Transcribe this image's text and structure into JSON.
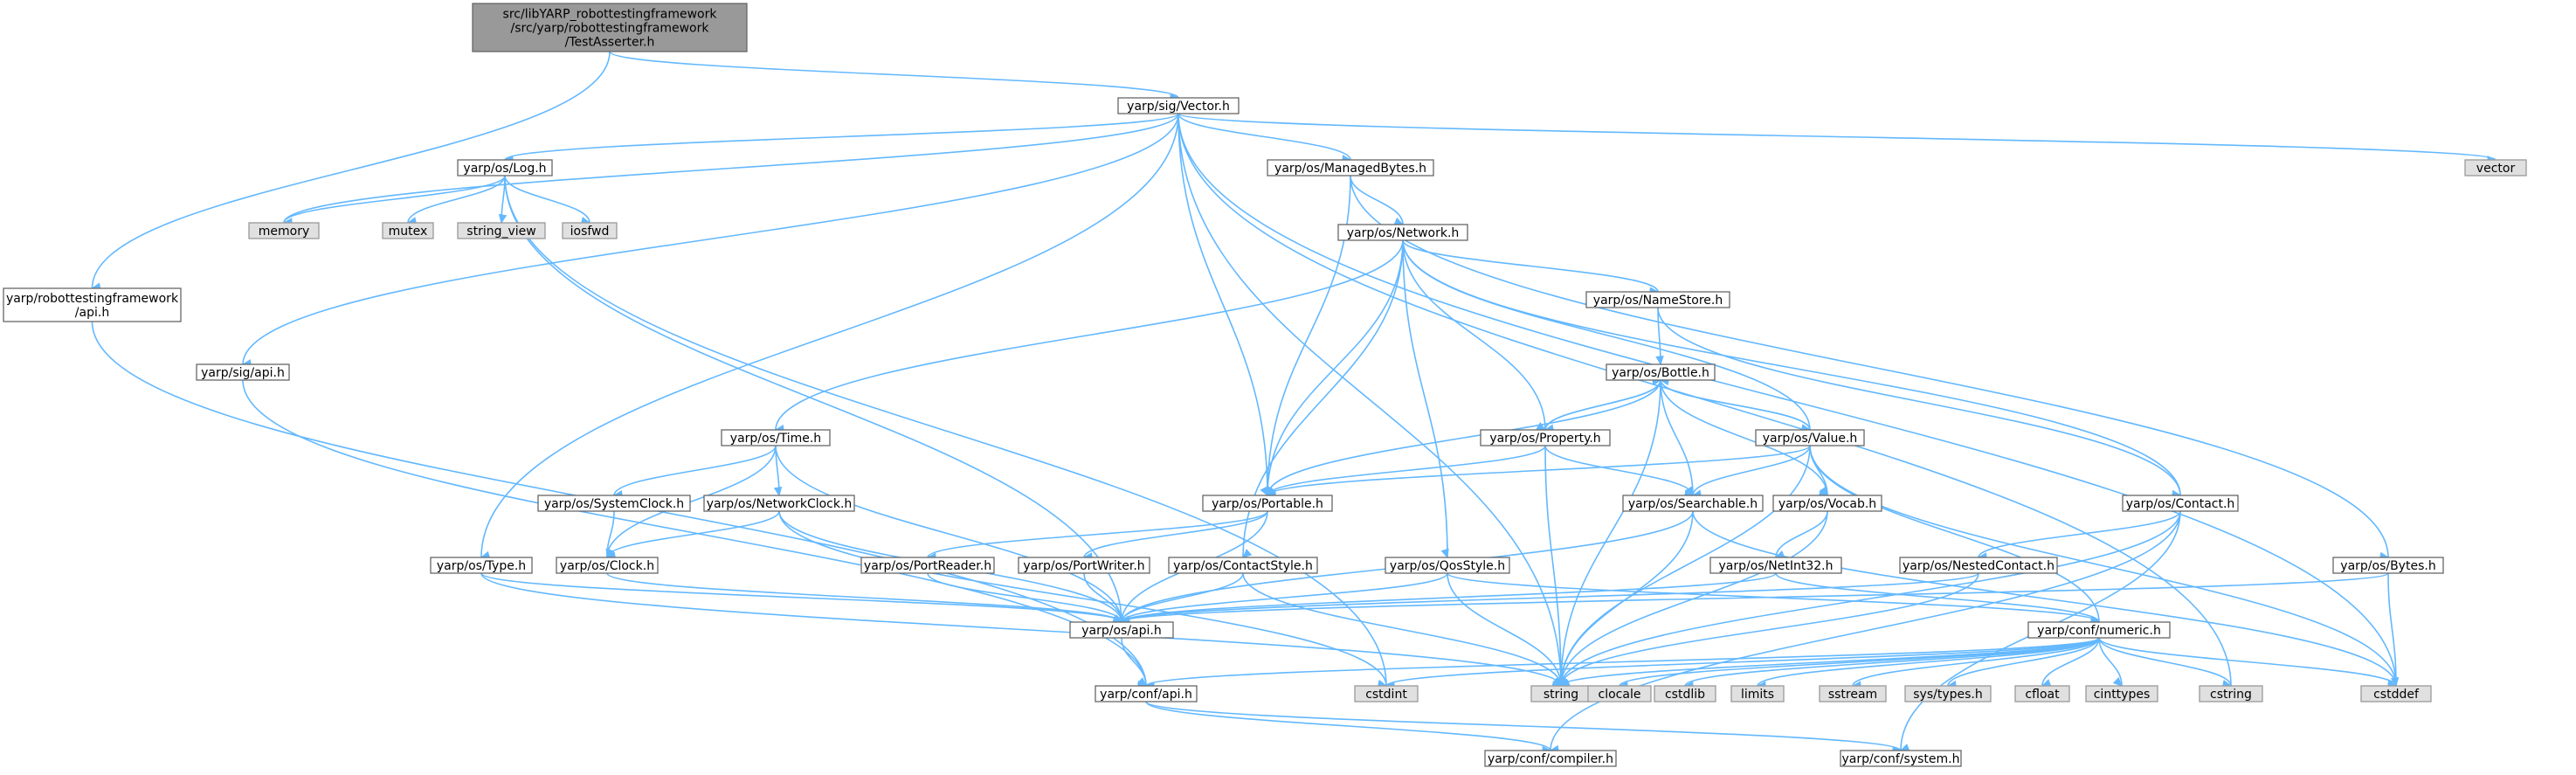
{
  "colors": {
    "edge": "#63b8ff",
    "root_fill": "#999999",
    "header_fill": "#ffffff",
    "system_fill": "#e0e0e0",
    "border": "#666666"
  },
  "nodes": [
    {
      "id": "root",
      "kind": "root",
      "lines": [
        "src/libYARP_robottestingframework",
        "/src/yarp/robottestingframework",
        "/TestAsserter.h"
      ]
    },
    {
      "id": "vector_h",
      "kind": "header",
      "lines": [
        "yarp/sig/Vector.h"
      ]
    },
    {
      "id": "rtf_api",
      "kind": "header",
      "lines": [
        "yarp/robottestingframework",
        "/api.h"
      ]
    },
    {
      "id": "log_h",
      "kind": "header",
      "lines": [
        "yarp/os/Log.h"
      ]
    },
    {
      "id": "memory",
      "kind": "system",
      "lines": [
        "memory"
      ]
    },
    {
      "id": "mutex",
      "kind": "system",
      "lines": [
        "mutex"
      ]
    },
    {
      "id": "string_view",
      "kind": "system",
      "lines": [
        "string_view"
      ]
    },
    {
      "id": "iosfwd",
      "kind": "system",
      "lines": [
        "iosfwd"
      ]
    },
    {
      "id": "managedbytes",
      "kind": "header",
      "lines": [
        "yarp/os/ManagedBytes.h"
      ]
    },
    {
      "id": "vector",
      "kind": "system",
      "lines": [
        "vector"
      ]
    },
    {
      "id": "network",
      "kind": "header",
      "lines": [
        "yarp/os/Network.h"
      ]
    },
    {
      "id": "namestore",
      "kind": "header",
      "lines": [
        "yarp/os/NameStore.h"
      ]
    },
    {
      "id": "sig_api",
      "kind": "header",
      "lines": [
        "yarp/sig/api.h"
      ]
    },
    {
      "id": "bottle",
      "kind": "header",
      "lines": [
        "yarp/os/Bottle.h"
      ]
    },
    {
      "id": "time_h",
      "kind": "header",
      "lines": [
        "yarp/os/Time.h"
      ]
    },
    {
      "id": "property",
      "kind": "header",
      "lines": [
        "yarp/os/Property.h"
      ]
    },
    {
      "id": "value",
      "kind": "header",
      "lines": [
        "yarp/os/Value.h"
      ]
    },
    {
      "id": "systemclock",
      "kind": "header",
      "lines": [
        "yarp/os/SystemClock.h"
      ]
    },
    {
      "id": "networkclock",
      "kind": "header",
      "lines": [
        "yarp/os/NetworkClock.h"
      ]
    },
    {
      "id": "portable",
      "kind": "header",
      "lines": [
        "yarp/os/Portable.h"
      ]
    },
    {
      "id": "searchable",
      "kind": "header",
      "lines": [
        "yarp/os/Searchable.h"
      ]
    },
    {
      "id": "vocab",
      "kind": "header",
      "lines": [
        "yarp/os/Vocab.h"
      ]
    },
    {
      "id": "contact",
      "kind": "header",
      "lines": [
        "yarp/os/Contact.h"
      ]
    },
    {
      "id": "type_h",
      "kind": "header",
      "lines": [
        "yarp/os/Type.h"
      ]
    },
    {
      "id": "clock_h",
      "kind": "header",
      "lines": [
        "yarp/os/Clock.h"
      ]
    },
    {
      "id": "portreader",
      "kind": "header",
      "lines": [
        "yarp/os/PortReader.h"
      ]
    },
    {
      "id": "portwriter",
      "kind": "header",
      "lines": [
        "yarp/os/PortWriter.h"
      ]
    },
    {
      "id": "contactstyle",
      "kind": "header",
      "lines": [
        "yarp/os/ContactStyle.h"
      ]
    },
    {
      "id": "qosstyle",
      "kind": "header",
      "lines": [
        "yarp/os/QosStyle.h"
      ]
    },
    {
      "id": "netint32",
      "kind": "header",
      "lines": [
        "yarp/os/NetInt32.h"
      ]
    },
    {
      "id": "nestedcontact",
      "kind": "header",
      "lines": [
        "yarp/os/NestedContact.h"
      ]
    },
    {
      "id": "bytes_h",
      "kind": "header",
      "lines": [
        "yarp/os/Bytes.h"
      ]
    },
    {
      "id": "os_api",
      "kind": "header",
      "lines": [
        "yarp/os/api.h"
      ]
    },
    {
      "id": "numeric",
      "kind": "header",
      "lines": [
        "yarp/conf/numeric.h"
      ]
    },
    {
      "id": "conf_api",
      "kind": "header",
      "lines": [
        "yarp/conf/api.h"
      ]
    },
    {
      "id": "cstdint",
      "kind": "system",
      "lines": [
        "cstdint"
      ]
    },
    {
      "id": "string",
      "kind": "system",
      "lines": [
        "string"
      ]
    },
    {
      "id": "clocale",
      "kind": "system",
      "lines": [
        "clocale"
      ]
    },
    {
      "id": "cstdlib",
      "kind": "system",
      "lines": [
        "cstdlib"
      ]
    },
    {
      "id": "limits",
      "kind": "system",
      "lines": [
        "limits"
      ]
    },
    {
      "id": "sstream",
      "kind": "system",
      "lines": [
        "sstream"
      ]
    },
    {
      "id": "systypes",
      "kind": "system",
      "lines": [
        "sys/types.h"
      ]
    },
    {
      "id": "cfloat",
      "kind": "system",
      "lines": [
        "cfloat"
      ]
    },
    {
      "id": "cinttypes",
      "kind": "system",
      "lines": [
        "cinttypes"
      ]
    },
    {
      "id": "cstring",
      "kind": "system",
      "lines": [
        "cstring"
      ]
    },
    {
      "id": "cstddef",
      "kind": "system",
      "lines": [
        "cstddef"
      ]
    },
    {
      "id": "compiler",
      "kind": "header",
      "lines": [
        "yarp/conf/compiler.h"
      ]
    },
    {
      "id": "system_h",
      "kind": "header",
      "lines": [
        "yarp/conf/system.h"
      ]
    }
  ],
  "edges": [
    [
      "root",
      "vector_h"
    ],
    [
      "root",
      "rtf_api"
    ],
    [
      "rtf_api",
      "conf_api"
    ],
    [
      "sig_api",
      "conf_api"
    ],
    [
      "vector_h",
      "log_h"
    ],
    [
      "vector_h",
      "memory"
    ],
    [
      "vector_h",
      "managedbytes"
    ],
    [
      "vector_h",
      "vector"
    ],
    [
      "vector_h",
      "sig_api"
    ],
    [
      "vector_h",
      "type_h"
    ],
    [
      "vector_h",
      "portable"
    ],
    [
      "vector_h",
      "cstring"
    ],
    [
      "vector_h",
      "cstddef"
    ],
    [
      "vector_h",
      "string"
    ],
    [
      "log_h",
      "memory"
    ],
    [
      "log_h",
      "mutex"
    ],
    [
      "log_h",
      "string_view"
    ],
    [
      "log_h",
      "iosfwd"
    ],
    [
      "log_h",
      "os_api"
    ],
    [
      "log_h",
      "cstdint"
    ],
    [
      "managedbytes",
      "network"
    ],
    [
      "managedbytes",
      "portable"
    ],
    [
      "managedbytes",
      "bytes_h"
    ],
    [
      "network",
      "namestore"
    ],
    [
      "network",
      "time_h"
    ],
    [
      "network",
      "property"
    ],
    [
      "network",
      "value"
    ],
    [
      "network",
      "portable"
    ],
    [
      "network",
      "contactstyle"
    ],
    [
      "network",
      "qosstyle"
    ],
    [
      "network",
      "contact"
    ],
    [
      "namestore",
      "bottle"
    ],
    [
      "namestore",
      "contact"
    ],
    [
      "bottle",
      "property"
    ],
    [
      "bottle",
      "value"
    ],
    [
      "bottle",
      "portable"
    ],
    [
      "bottle",
      "searchable"
    ],
    [
      "bottle",
      "vocab"
    ],
    [
      "bottle",
      "string"
    ],
    [
      "property",
      "bottle"
    ],
    [
      "property",
      "portable"
    ],
    [
      "property",
      "searchable"
    ],
    [
      "property",
      "string"
    ],
    [
      "value",
      "bottle"
    ],
    [
      "value",
      "portable"
    ],
    [
      "value",
      "searchable"
    ],
    [
      "value",
      "vocab"
    ],
    [
      "value",
      "numeric"
    ],
    [
      "value",
      "cstddef"
    ],
    [
      "value",
      "string"
    ],
    [
      "time_h",
      "systemclock"
    ],
    [
      "time_h",
      "networkclock"
    ],
    [
      "time_h",
      "clock_h"
    ],
    [
      "time_h",
      "os_api"
    ],
    [
      "systemclock",
      "clock_h"
    ],
    [
      "networkclock",
      "clock_h"
    ],
    [
      "networkclock",
      "os_api"
    ],
    [
      "networkclock",
      "cstdint"
    ],
    [
      "portable",
      "portreader"
    ],
    [
      "portable",
      "portwriter"
    ],
    [
      "portable",
      "os_api"
    ],
    [
      "searchable",
      "os_api"
    ],
    [
      "searchable",
      "string"
    ],
    [
      "searchable",
      "cstddef"
    ],
    [
      "vocab",
      "netint32"
    ],
    [
      "vocab",
      "string"
    ],
    [
      "contact",
      "nestedcontact"
    ],
    [
      "contact",
      "string"
    ],
    [
      "contact",
      "compiler"
    ],
    [
      "contact",
      "system_h"
    ],
    [
      "type_h",
      "os_api"
    ],
    [
      "type_h",
      "string"
    ],
    [
      "clock_h",
      "os_api"
    ],
    [
      "portreader",
      "os_api"
    ],
    [
      "portwriter",
      "os_api"
    ],
    [
      "contactstyle",
      "os_api"
    ],
    [
      "contactstyle",
      "string"
    ],
    [
      "qosstyle",
      "os_api"
    ],
    [
      "qosstyle",
      "numeric"
    ],
    [
      "qosstyle",
      "string"
    ],
    [
      "netint32",
      "os_api"
    ],
    [
      "netint32",
      "numeric"
    ],
    [
      "nestedcontact",
      "os_api"
    ],
    [
      "nestedcontact",
      "string"
    ],
    [
      "bytes_h",
      "os_api"
    ],
    [
      "bytes_h",
      "cstddef"
    ],
    [
      "os_api",
      "conf_api"
    ],
    [
      "numeric",
      "conf_api"
    ],
    [
      "numeric",
      "cstdint"
    ],
    [
      "numeric",
      "string"
    ],
    [
      "numeric",
      "clocale"
    ],
    [
      "numeric",
      "cstdlib"
    ],
    [
      "numeric",
      "limits"
    ],
    [
      "numeric",
      "sstream"
    ],
    [
      "numeric",
      "systypes"
    ],
    [
      "numeric",
      "cfloat"
    ],
    [
      "numeric",
      "cinttypes"
    ],
    [
      "numeric",
      "cstring"
    ],
    [
      "numeric",
      "cstddef"
    ],
    [
      "conf_api",
      "compiler"
    ],
    [
      "conf_api",
      "system_h"
    ]
  ]
}
